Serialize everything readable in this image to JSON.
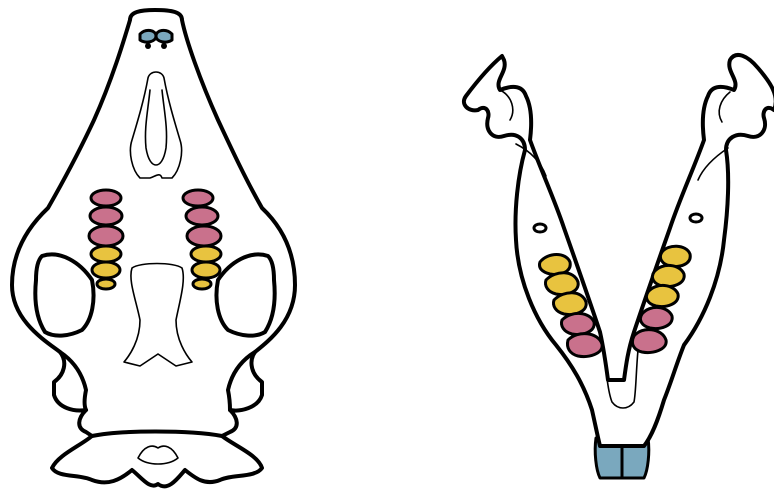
{
  "figure": {
    "views": [
      {
        "id": "skull-ventral",
        "kind": "upper skull, ventral view"
      },
      {
        "id": "mandible",
        "kind": "lower jaw, dorsal view"
      }
    ],
    "colors": {
      "outline": "#000000",
      "fill": "#ffffff",
      "incisors": "#7aa8be",
      "molars": "#c9718c",
      "premolars": "#e8c33f"
    },
    "tooth_legend_hidden": true
  }
}
